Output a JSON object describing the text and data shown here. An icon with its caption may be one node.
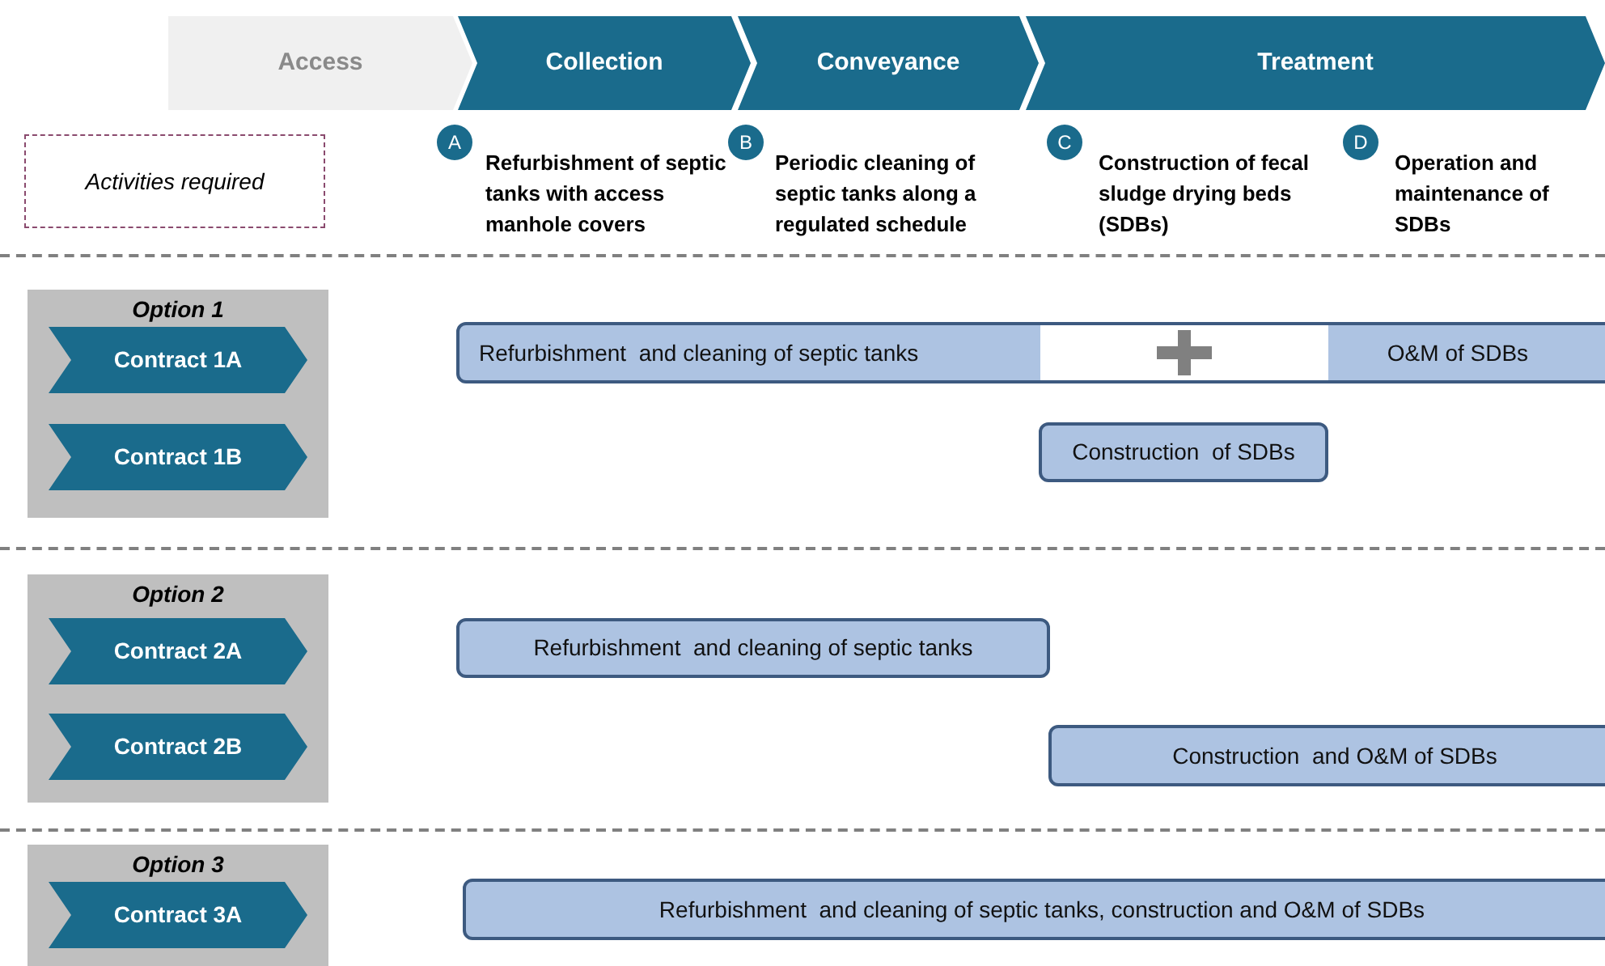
{
  "diagram": {
    "nodes": [
      {
        "text": [
          "Access"
        ]
      },
      {
        "text": [
          "Collection"
        ]
      },
      {
        "text": [
          "Conveyance"
        ]
      },
      {
        "text": [
          "Treatment"
        ]
      },
      {
        "text": [
          "Activities required"
        ]
      },
      {
        "text": [
          "A"
        ],
        "beside": [
          "Refurbishment of septic tanks with access manhole covers"
        ]
      },
      {
        "text": [
          "B"
        ],
        "beside": [
          "Periodic cleaning of septic tanks along a regulated schedule"
        ]
      },
      {
        "text": [
          "C"
        ],
        "beside": [
          "Construction of fecal sludge drying beds (SDBs)"
        ]
      },
      {
        "text": [
          "D"
        ],
        "beside": [
          "Operation and maintenance of SDBs"
        ]
      },
      {
        "text": [
          "Option 1"
        ]
      },
      {
        "text": [
          "Contract 1A"
        ],
        "in": 9
      },
      {
        "text": [
          "Contract 1B"
        ],
        "in": 9
      },
      {
        "text": [
          "Refurbishment  and cleaning of septic tanks",
          "O&M of SDBs"
        ]
      },
      {
        "text": [
          "Construction  of SDBs"
        ]
      },
      {
        "text": [
          "Option 2"
        ]
      },
      {
        "text": [
          "Contract 2A"
        ],
        "in": 14
      },
      {
        "text": [
          "Contract 2B"
        ],
        "in": 14
      },
      {
        "text": [
          "Refurbishment  and cleaning of septic tanks"
        ]
      },
      {
        "text": [
          "Construction  and O&M of SDBs"
        ]
      },
      {
        "text": [
          "Option 3"
        ]
      },
      {
        "text": [
          "Contract 3A"
        ],
        "in": 19
      },
      {
        "text": [
          "Refurbishment  and cleaning of septic tanks, construction and O&M of SDBs"
        ]
      }
    ]
  }
}
